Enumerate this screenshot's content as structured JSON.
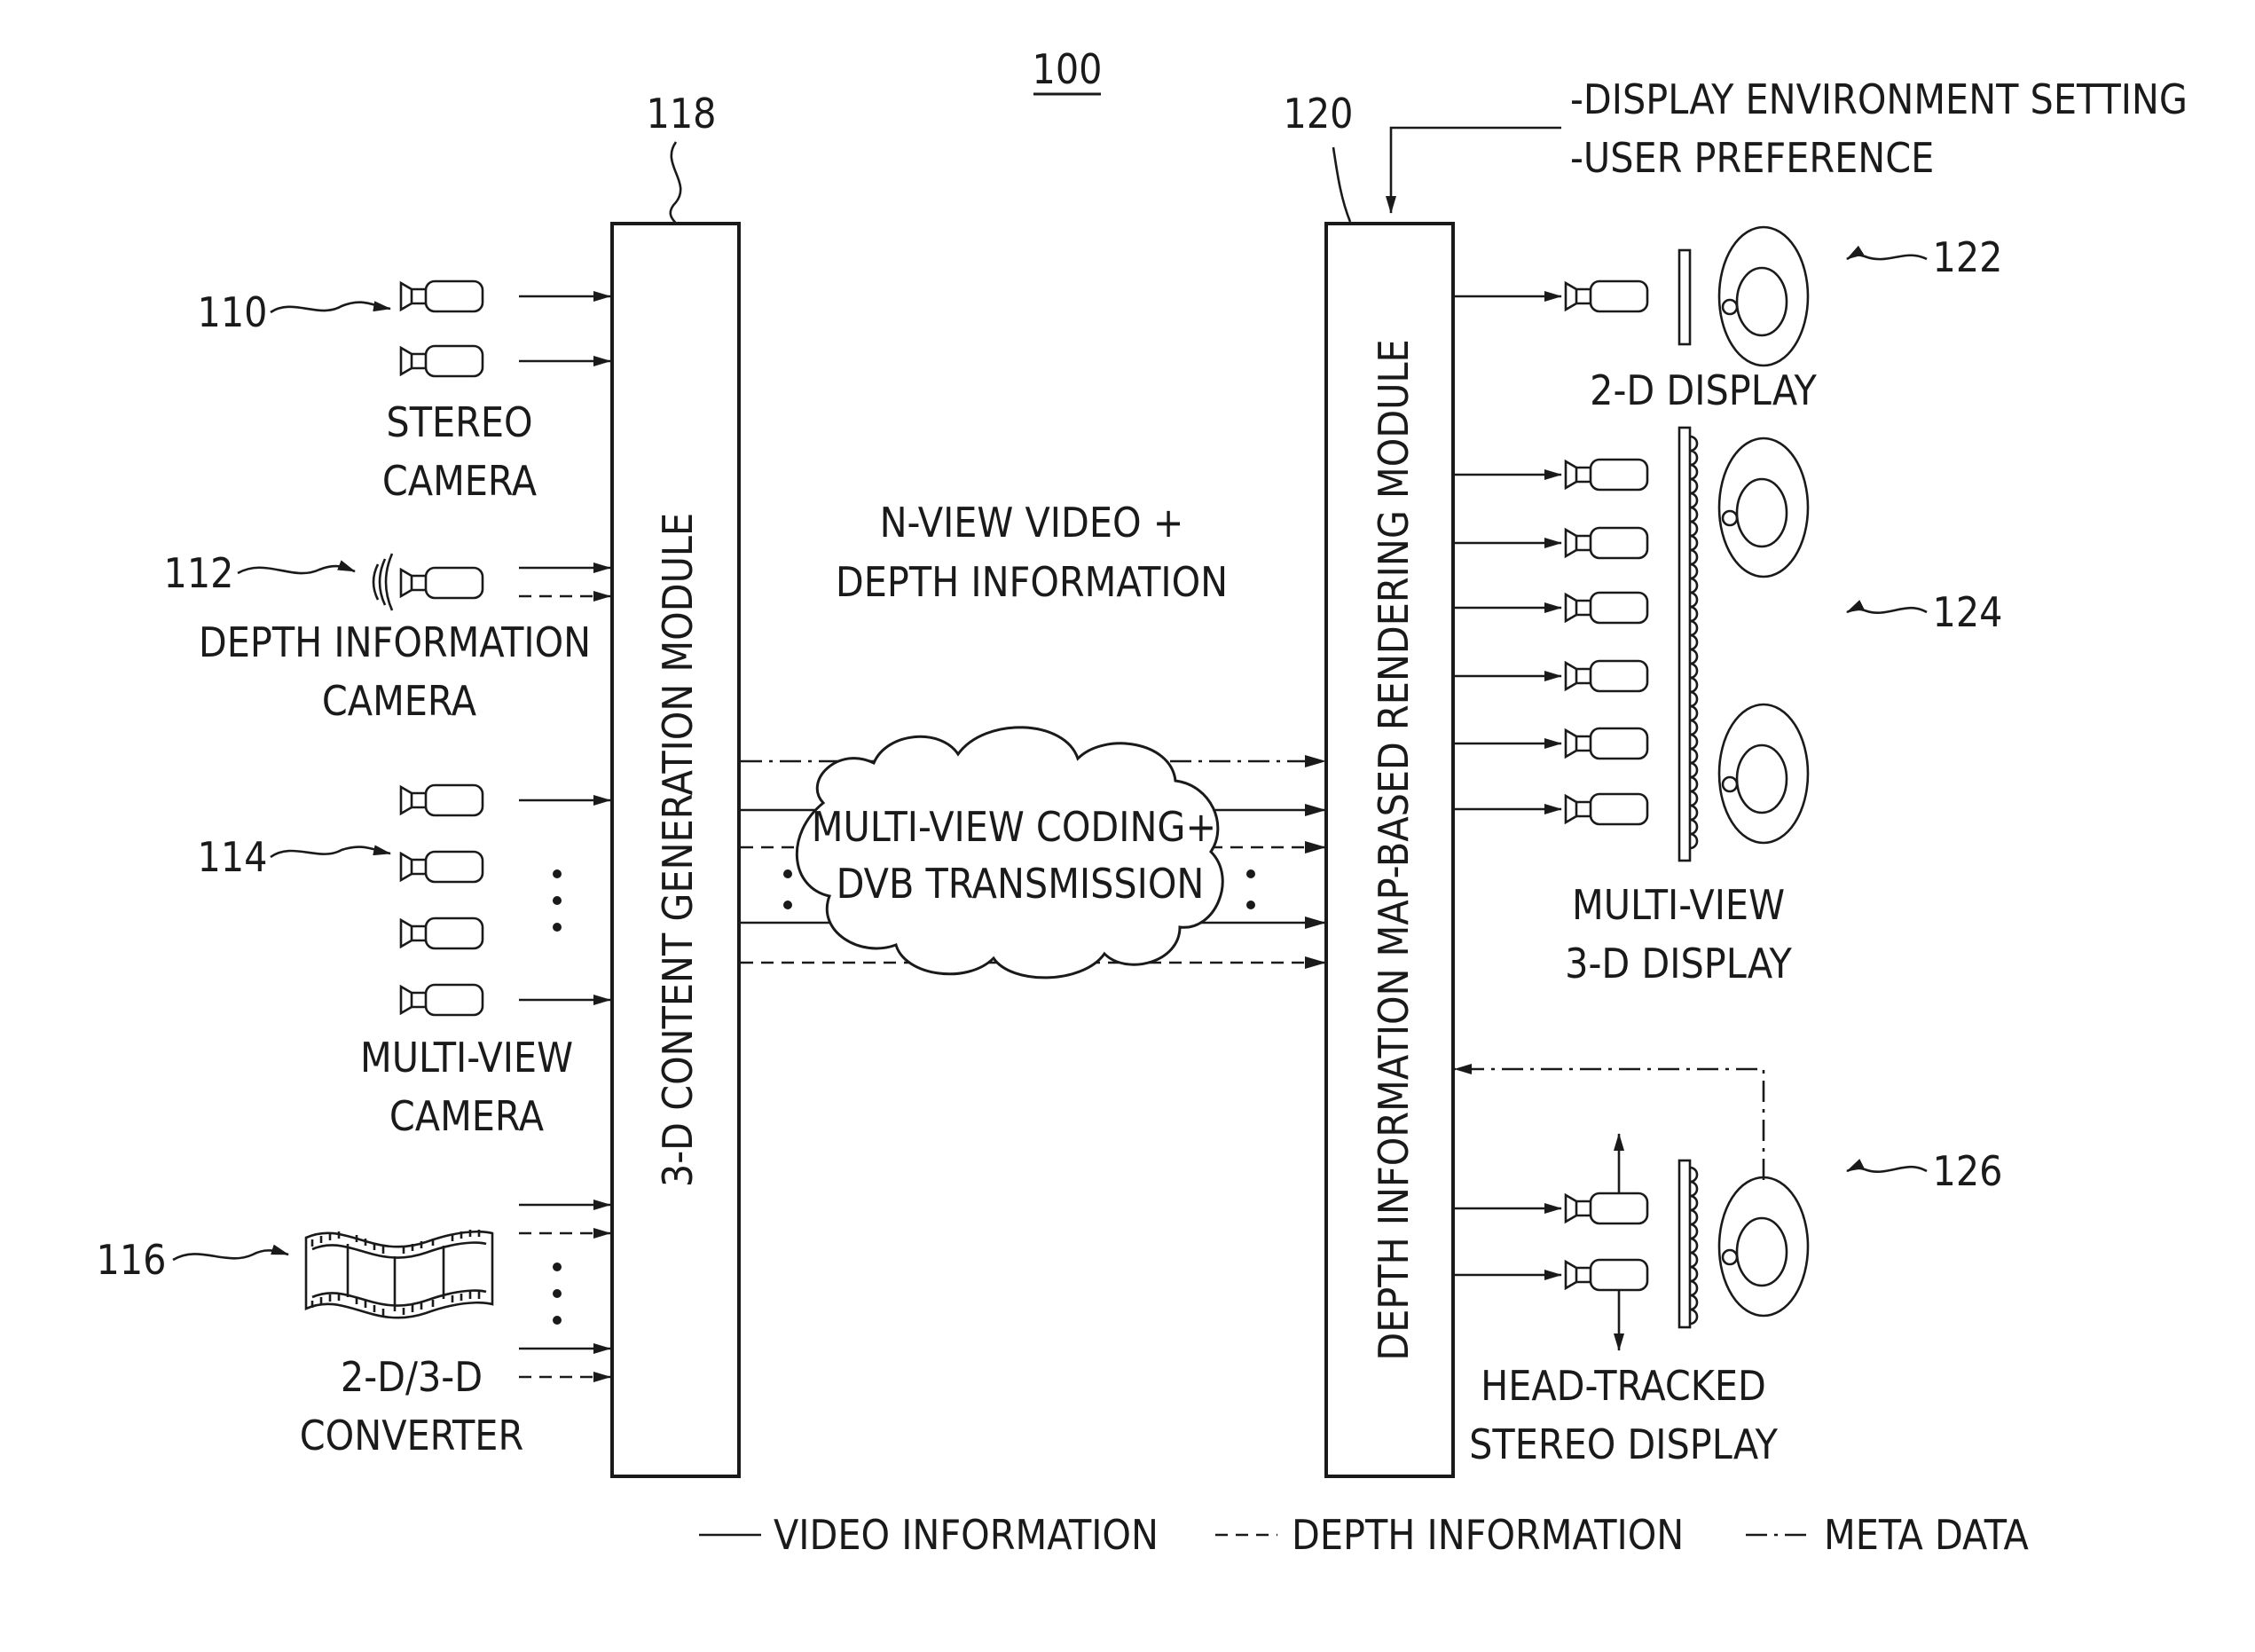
{
  "figure": {
    "number": "100"
  },
  "modules": {
    "content_generation": {
      "ref": "118",
      "label": "3-D CONTENT GENERATION MODULE"
    },
    "rendering": {
      "ref": "120",
      "label": "DEPTH INFORMATION MAP-BASED RENDERING MODULE"
    }
  },
  "rendering_inputs": {
    "line1": "-DISPLAY ENVIRONMENT SETTING",
    "line2": "-USER PREFERENCE"
  },
  "sources": [
    {
      "ref": "110",
      "label_line1": "STEREO",
      "label_line2": "CAMERA"
    },
    {
      "ref": "112",
      "label_line1": "DEPTH INFORMATION",
      "label_line2": "CAMERA"
    },
    {
      "ref": "114",
      "label_line1": "MULTI-VIEW",
      "label_line2": "CAMERA"
    },
    {
      "ref": "116",
      "label_line1": "2-D/3-D",
      "label_line2": "CONVERTER"
    }
  ],
  "transport": {
    "title_line1": "N-VIEW VIDEO +",
    "title_line2": "DEPTH INFORMATION",
    "cloud_line1": "MULTI-VIEW CODING+",
    "cloud_line2": "DVB TRANSMISSION"
  },
  "displays": [
    {
      "ref": "122",
      "label_line1": "2-D DISPLAY",
      "label_line2": ""
    },
    {
      "ref": "124",
      "label_line1": "MULTI-VIEW",
      "label_line2": "3-D DISPLAY"
    },
    {
      "ref": "126",
      "label_line1": "HEAD-TRACKED",
      "label_line2": "STEREO DISPLAY"
    }
  ],
  "legend": [
    {
      "style": "solid",
      "label": "VIDEO INFORMATION"
    },
    {
      "style": "dashed",
      "label": "DEPTH INFORMATION"
    },
    {
      "style": "dash-dot",
      "label": "META DATA"
    }
  ]
}
